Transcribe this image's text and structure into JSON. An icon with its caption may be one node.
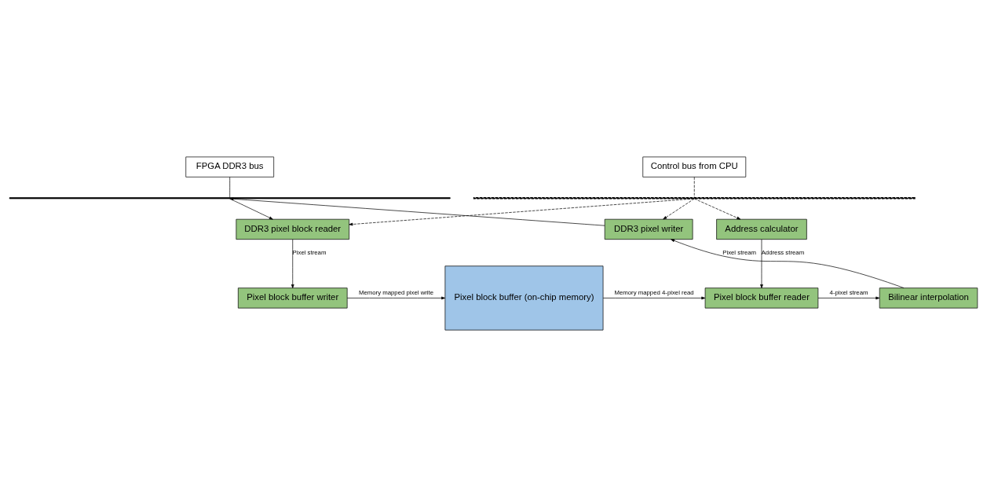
{
  "diagram": {
    "nodes": [
      {
        "text": [
          "FPGA DDR3 bus"
        ]
      },
      {
        "text": [
          "Control bus from CPU"
        ]
      },
      {
        "text": [],
        "shape": "bar"
      },
      {
        "text": [],
        "shape": "bar"
      },
      {
        "text": [
          "DDR3 pixel block reader"
        ]
      },
      {
        "text": [
          "Address calculator"
        ]
      },
      {
        "text": [
          "DDR3 pixel writer"
        ]
      },
      {
        "text": [
          "Pixel block buffer writer"
        ]
      },
      {
        "text": [
          "Pixel block buffer (on-chip memory)"
        ]
      },
      {
        "text": [
          "Pixel block buffer reader"
        ]
      },
      {
        "text": [
          "Bilinear interpolation"
        ]
      }
    ],
    "edges": [
      {
        "from": 0,
        "to": 2,
        "arrow": "none"
      },
      {
        "from": 1,
        "to": 3,
        "arrow": "none",
        "style": "dashed"
      },
      {
        "from": 2,
        "to": 4,
        "arrow": "to"
      },
      {
        "from": 3,
        "to": 4,
        "arrow": "to",
        "style": "dashed"
      },
      {
        "from": 3,
        "to": 5,
        "arrow": "to",
        "style": "dashed"
      },
      {
        "from": 3,
        "to": 6,
        "arrow": "to",
        "style": "dashed"
      },
      {
        "from": 6,
        "to": 2,
        "arrow": "to"
      },
      {
        "from": 4,
        "to": 7,
        "arrow": "to",
        "label": "Pixel stream"
      },
      {
        "from": 7,
        "to": 8,
        "arrow": "to",
        "label": "Memory mapped pixel write"
      },
      {
        "from": 8,
        "to": 9,
        "arrow": "to",
        "label": "Memory mapped 4-pixel read"
      },
      {
        "from": 5,
        "to": 9,
        "arrow": "to",
        "label": "Address stream"
      },
      {
        "from": 9,
        "to": 10,
        "arrow": "to",
        "label": "4-pixel stream"
      },
      {
        "from": 10,
        "to": 6,
        "arrow": "to",
        "label": "Pixel stream"
      }
    ]
  }
}
